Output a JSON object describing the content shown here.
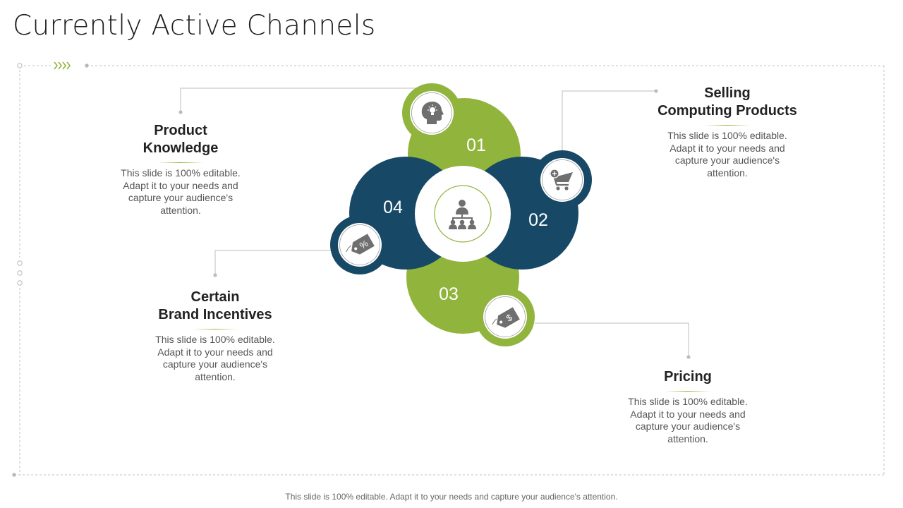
{
  "title": "Currently Active Channels",
  "colors": {
    "green": "#91b43c",
    "navy": "#174866",
    "icon": "#6f6f6f"
  },
  "center_icon": "hierarchy-people-icon",
  "items": [
    {
      "number": "01",
      "heading_lines": [
        "Product",
        "Knowledge"
      ],
      "body": "This slide is 100% editable. Adapt it to your needs and capture your audience's attention.",
      "icon": "head-lightbulb-icon"
    },
    {
      "number": "02",
      "heading_lines": [
        "Selling",
        "Computing Products"
      ],
      "body": "This slide is 100% editable. Adapt it to your needs and capture your audience's attention.",
      "icon": "shopping-cart-icon"
    },
    {
      "number": "03",
      "heading_lines": [
        "Pricing"
      ],
      "body": "This slide is 100% editable. Adapt it to your needs and capture your audience's attention.",
      "icon": "price-tag-icon"
    },
    {
      "number": "04",
      "heading_lines": [
        "Certain",
        "Brand Incentives"
      ],
      "body": "This slide is 100% editable. Adapt it to your needs and capture your audience's attention.",
      "icon": "discount-tag-icon"
    }
  ],
  "footer": "This slide is 100% editable. Adapt it to your needs and capture your audience's attention."
}
